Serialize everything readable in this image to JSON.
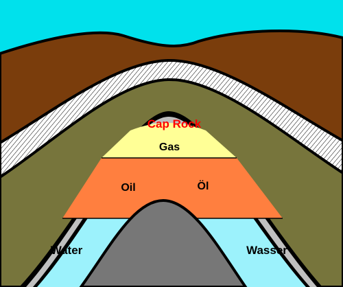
{
  "labels": {
    "cap_rock": "Cap Rock",
    "gas": "Gas",
    "oil_en": "Oil",
    "oil_de": "Öl",
    "water_en": "Water",
    "water_de": "Wasser"
  },
  "colors": {
    "sky": "#00e1ec",
    "topsoil": "#7a3d0c",
    "stripe_band": "#ffffff",
    "olive_rock": "#77753c",
    "cap_rock_layer": "#c0c0c0",
    "gas": "#ffff96",
    "oil": "#ff7f3f",
    "water": "#9cf2fc",
    "core": "#777777",
    "outline": "#000000",
    "cap_rock_text": "#ff0000"
  }
}
